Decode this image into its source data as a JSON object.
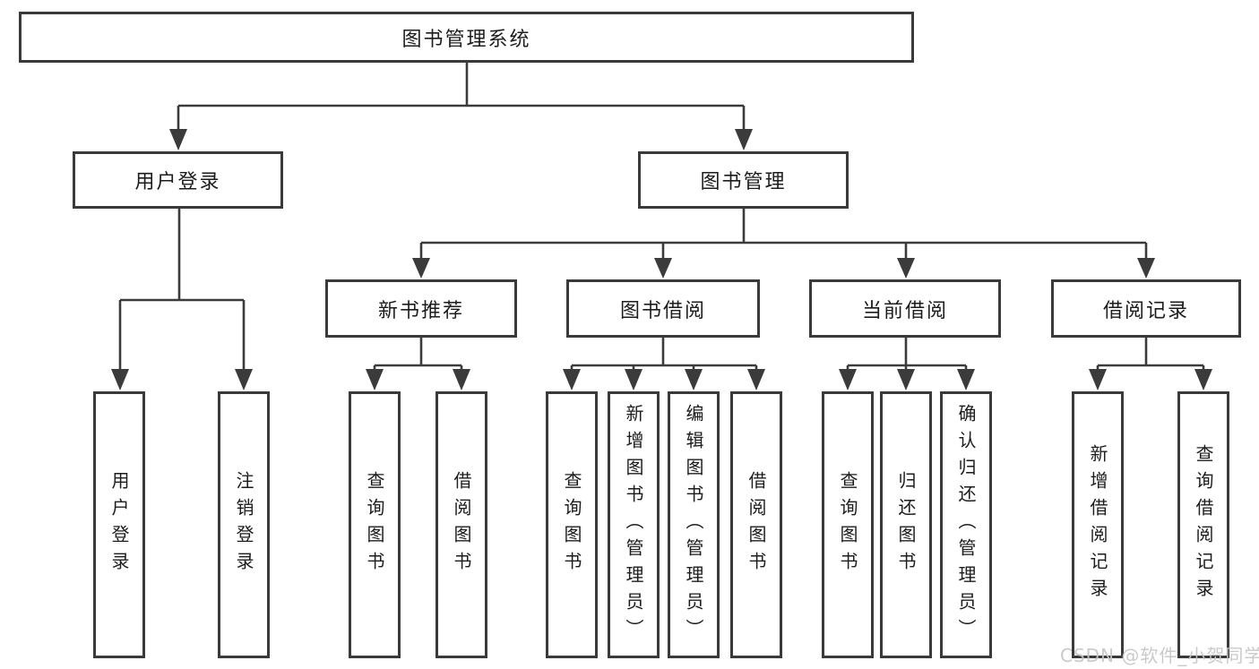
{
  "diagram": {
    "root": "图书管理系统",
    "level2": [
      {
        "label": "用户登录",
        "children": [
          "用户登录",
          "注销登录"
        ]
      },
      {
        "label": "图书管理",
        "groups": [
          {
            "label": "新书推荐",
            "children": [
              "查询图书",
              "借阅图书"
            ]
          },
          {
            "label": "图书借阅",
            "children": [
              "查询图书",
              "新增图书（管理员）",
              "编辑图书（管理员）",
              "借阅图书"
            ]
          },
          {
            "label": "当前借阅",
            "children": [
              "查询图书",
              "归还图书",
              "确认归还（管理员）"
            ]
          },
          {
            "label": "借阅记录",
            "children": [
              "新增借阅记录",
              "查询借阅记录"
            ]
          }
        ]
      }
    ]
  },
  "watermark": "CSDN @软件_小贺同学",
  "colors": {
    "line": "#3b3b3b",
    "border": "#3a3a3a",
    "text": "#1c1c1c",
    "background": "#ffffff",
    "watermark": "#c5c5c5"
  }
}
